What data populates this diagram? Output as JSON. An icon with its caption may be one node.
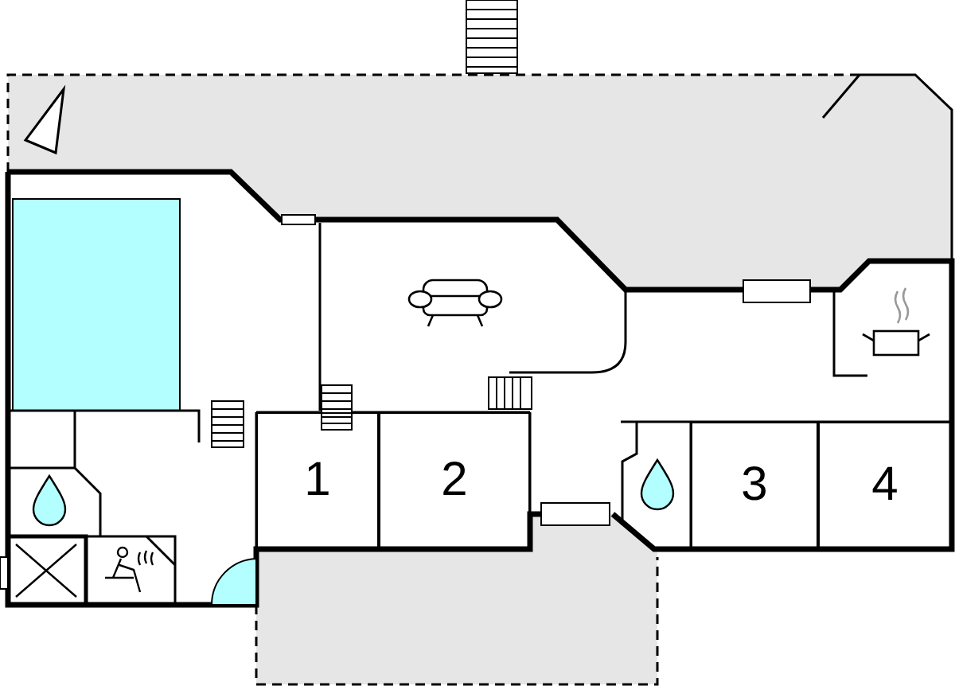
{
  "diagram": {
    "nodes": [
      {
        "text": [
          "1"
        ]
      },
      {
        "text": [
          "2"
        ]
      },
      {
        "text": [
          "3"
        ]
      },
      {
        "text": [
          "4"
        ]
      }
    ]
  }
}
